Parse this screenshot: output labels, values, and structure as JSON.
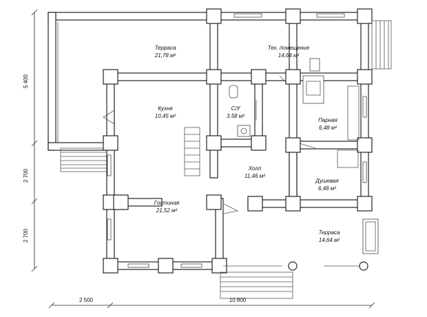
{
  "rooms": [
    {
      "id": "terrace-top",
      "name": "Терраса",
      "area": "21,78 м²"
    },
    {
      "id": "tech-room",
      "name": "Тех. помещение",
      "area": "14,64 м²"
    },
    {
      "id": "kitchen",
      "name": "Кухня",
      "area": "10,45 м²"
    },
    {
      "id": "bathroom",
      "name": "С/У",
      "area": "3,58 м²"
    },
    {
      "id": "steam-room",
      "name": "Парная",
      "area": "6,48 м²"
    },
    {
      "id": "hall",
      "name": "Холл",
      "area": "11,46 м²"
    },
    {
      "id": "shower",
      "name": "Душевая",
      "area": "6,48 м²"
    },
    {
      "id": "living-room",
      "name": "Гостиная",
      "area": "21,52 м²"
    },
    {
      "id": "terrace-bottom",
      "name": "Терраса",
      "area": "14,64 м²"
    }
  ],
  "dimensions": {
    "vertical": [
      "5 400",
      "2 700",
      "2 700"
    ],
    "horizontal": [
      "2 500",
      "10 800"
    ]
  }
}
